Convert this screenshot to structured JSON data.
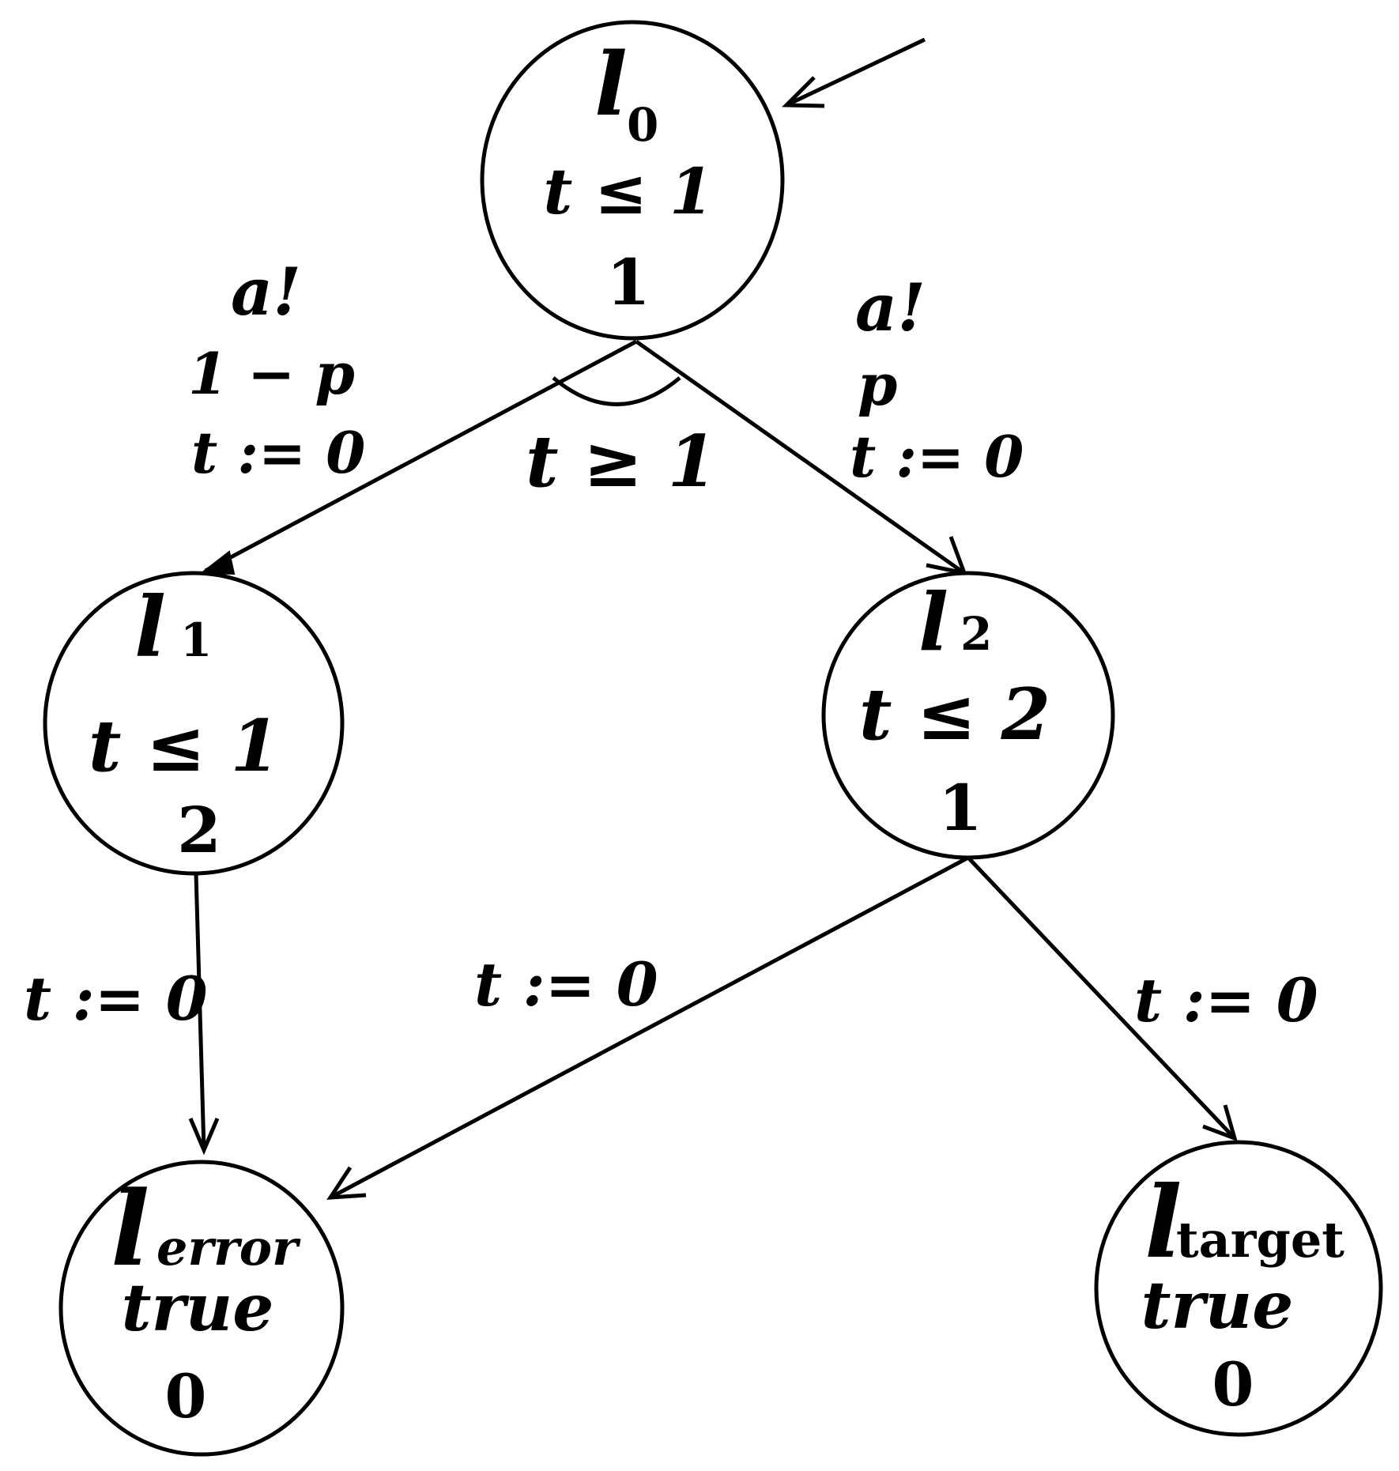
{
  "diagram": {
    "nodes": {
      "l0": {
        "name": "l",
        "sub": "0",
        "invariant": "t ≤ 1",
        "cost": "1"
      },
      "l1": {
        "name": "l",
        "sub": "1",
        "invariant": "t ≤ 1",
        "cost": "2"
      },
      "l2": {
        "name": "l",
        "sub": "2",
        "invariant": "t ≤ 2",
        "cost": "1"
      },
      "lerror": {
        "name": "l",
        "sub": "error",
        "invariant": "true",
        "cost": "0"
      },
      "ltarget": {
        "name": "l",
        "sub": "target",
        "invariant": "true",
        "cost": "0"
      }
    },
    "edges": {
      "l0_l1": {
        "action": "a!",
        "prob": "1 − p",
        "reset": "t := 0"
      },
      "l0_l2": {
        "action": "a!",
        "prob": "p",
        "reset": "t := 0"
      },
      "guard": "t ≥ 1",
      "l1_lerror": {
        "reset": "t := 0"
      },
      "l2_lerror": {
        "reset": "t := 0"
      },
      "l2_ltarget": {
        "reset": "t := 0"
      }
    }
  }
}
